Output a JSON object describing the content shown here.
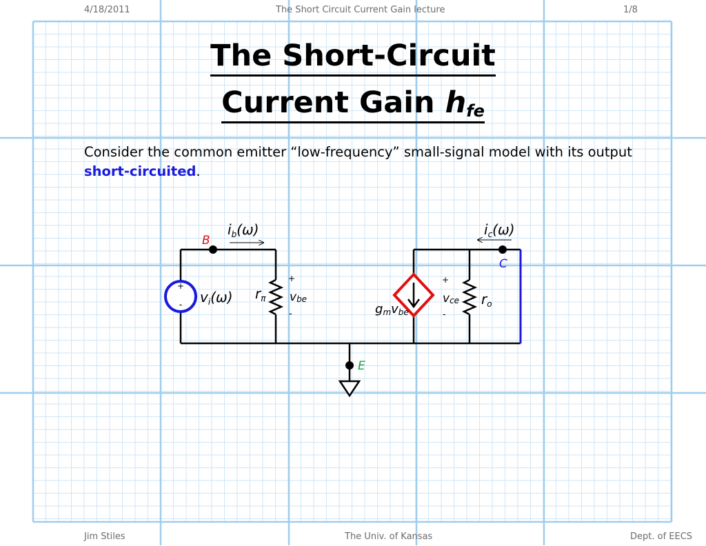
{
  "header": {
    "date": "4/18/2011",
    "lecture_title": "The Short Circuit Current Gain lecture",
    "page": "1/8"
  },
  "footer": {
    "author": "Jim Stiles",
    "institution": "The Univ. of Kansas",
    "department": "Dept. of EECS"
  },
  "title": {
    "line1": "The Short-Circuit",
    "line2": "Current Gain ",
    "symbol": "h",
    "symbol_subscript": "fe"
  },
  "body": {
    "text_before": "Consider the common emitter “low-frequency” small-signal model with its output ",
    "emphasis": "short-circuited",
    "text_after": "."
  },
  "circuit": {
    "node_base": "B",
    "node_collector": "C",
    "node_emitter": "E",
    "base_current": {
      "symbol": "i",
      "sub": "b",
      "arg": "(ω)"
    },
    "collector_current": {
      "symbol": "i",
      "sub": "c",
      "arg": "(ω)"
    },
    "source_voltage": {
      "symbol": "v",
      "sub": "i",
      "arg": "(ω)"
    },
    "input_resistor": {
      "symbol": "r",
      "sub": "π"
    },
    "input_voltage": {
      "symbol": "v",
      "sub": "be",
      "plus": "+",
      "minus": "-"
    },
    "dependent_source": {
      "g": "g",
      "g_sub": "m",
      "v": "v",
      "v_sub": "be"
    },
    "output_voltage": {
      "symbol": "v",
      "sub": "ce",
      "plus": "+",
      "minus": "-"
    },
    "output_resistor": {
      "symbol": "r",
      "sub": "o"
    },
    "source_plus": "+",
    "source_minus": "-",
    "colors": {
      "wire": "#000000",
      "independent_source": "#1a1adc",
      "dependent_source": "#e01010",
      "short_circuit": "#1a1adc",
      "base_label": "#e01010",
      "collector_label": "#1a1adc",
      "emitter_label": "#10a040"
    }
  },
  "colors": {
    "grid_minor": "#cfe6f7",
    "grid_major": "#9fcdee",
    "emphasis": "#1a1adc"
  }
}
